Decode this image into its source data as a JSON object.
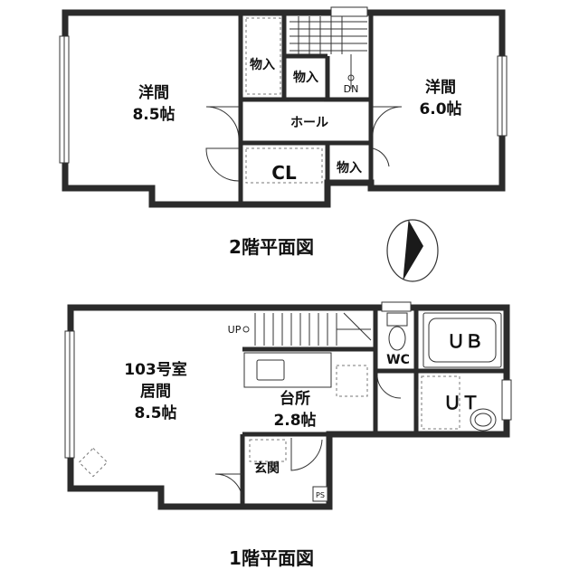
{
  "floor2": {
    "title": "2階平面図",
    "room_left_name": "洋間",
    "room_left_size": "8.5帖",
    "room_right_name": "洋間",
    "room_right_size": "6.0帖",
    "storage_1": "物入",
    "storage_2": "物入",
    "storage_3": "物入",
    "hall": "ホール",
    "closet": "CL",
    "stairs_dir": "DN"
  },
  "floor1": {
    "title": "1階平面図",
    "room_number": "103号室",
    "living_name": "居間",
    "living_size": "8.5帖",
    "kitchen_name": "台所",
    "kitchen_size": "2.8帖",
    "entrance": "玄関",
    "toilet": "WC",
    "bath": "ＵＢ",
    "washroom": "ＵＴ",
    "pipe_space": "PS",
    "stairs_dir": "UP"
  }
}
